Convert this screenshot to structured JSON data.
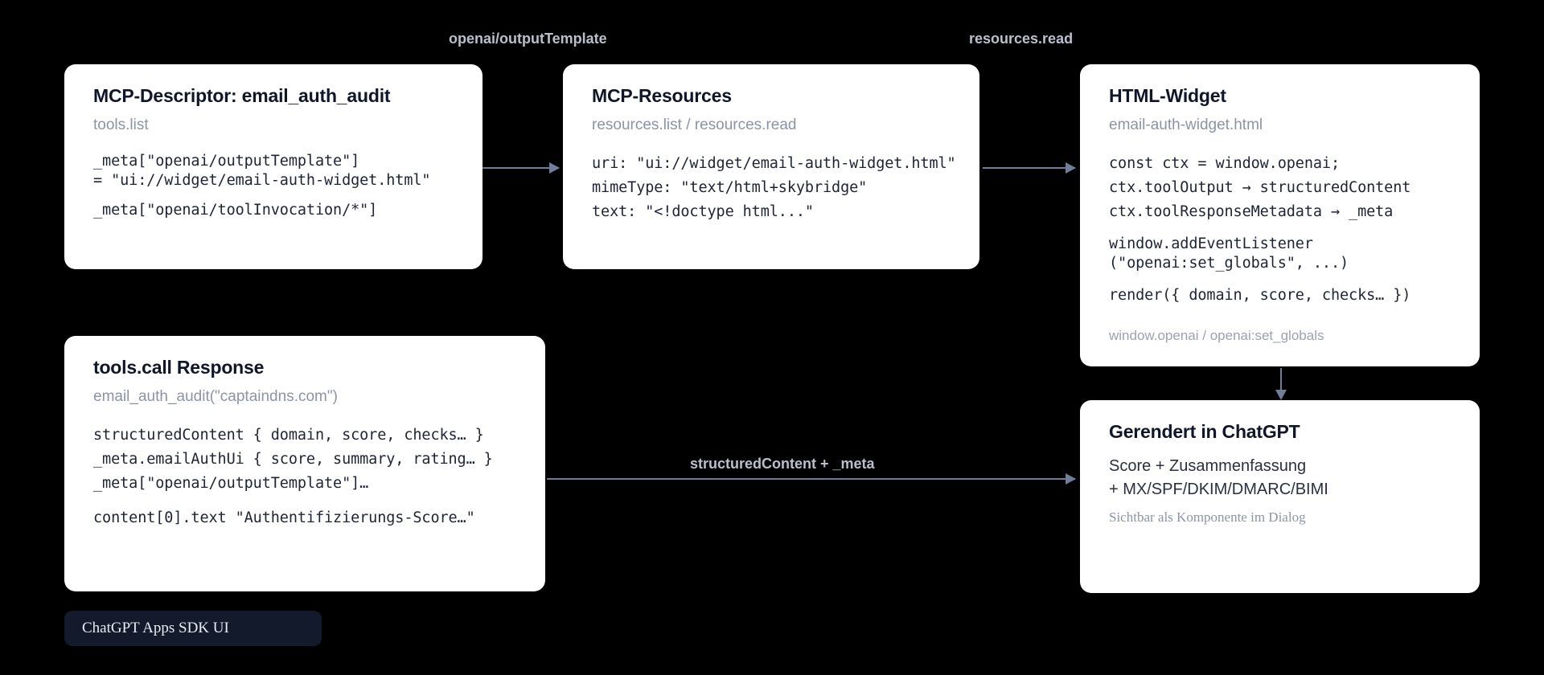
{
  "canvas": {
    "background": "#000000",
    "card_bg": "#ffffff",
    "accent_arrow": "#6f7f99",
    "title_color": "#10162a",
    "muted_color": "#8b94a6"
  },
  "arrow_labels": {
    "top_left": "openai/outputTemplate",
    "top_right": "resources.read",
    "bottom": "structuredContent + _meta"
  },
  "cards": {
    "descriptor": {
      "title": "MCP-Descriptor: email_auth_audit",
      "subtitle": "tools.list",
      "lines": [
        "_meta[\"openai/outputTemplate\"]",
        "= \"ui://widget/email-auth-widget.html\"",
        "_meta[\"openai/toolInvocation/*\"]"
      ]
    },
    "resources": {
      "title": "MCP-Resources",
      "subtitle": "resources.list / resources.read",
      "lines": [
        "uri: \"ui://widget/email-auth-widget.html\"",
        "mimeType: \"text/html+skybridge\"",
        "text: \"<!doctype html...\""
      ]
    },
    "widget": {
      "title": "HTML-Widget",
      "subtitle": "email-auth-widget.html",
      "lines_group_a": [
        "const ctx = window.openai;",
        "ctx.toolOutput → structuredContent",
        "ctx.toolResponseMetadata → _meta"
      ],
      "lines_group_b": [
        "window.addEventListener",
        "(\"openai:set_globals\", ...)"
      ],
      "lines_group_c": [
        "render({ domain, score, checks… })"
      ],
      "footnote": "window.openai / openai:set_globals"
    },
    "response": {
      "title": "tools.call Response",
      "subtitle": "email_auth_audit(\"captaindns.com\")",
      "lines_group_a": [
        "structuredContent { domain, score, checks… }",
        "_meta.emailAuthUi { score, summary, rating… }",
        "_meta[\"openai/outputTemplate\"]…"
      ],
      "lines_group_b": [
        "content[0].text \"Authentifizierungs-Score…\""
      ]
    },
    "rendered": {
      "title": "Gerendert in ChatGPT",
      "lines": [
        "Score + Zusammenfassung",
        "+ MX/SPF/DKIM/DMARC/BIMI"
      ],
      "footnote": "Sichtbar als Komponente im Dialog"
    }
  },
  "footer": {
    "badge_label": "ChatGPT Apps SDK UI"
  }
}
